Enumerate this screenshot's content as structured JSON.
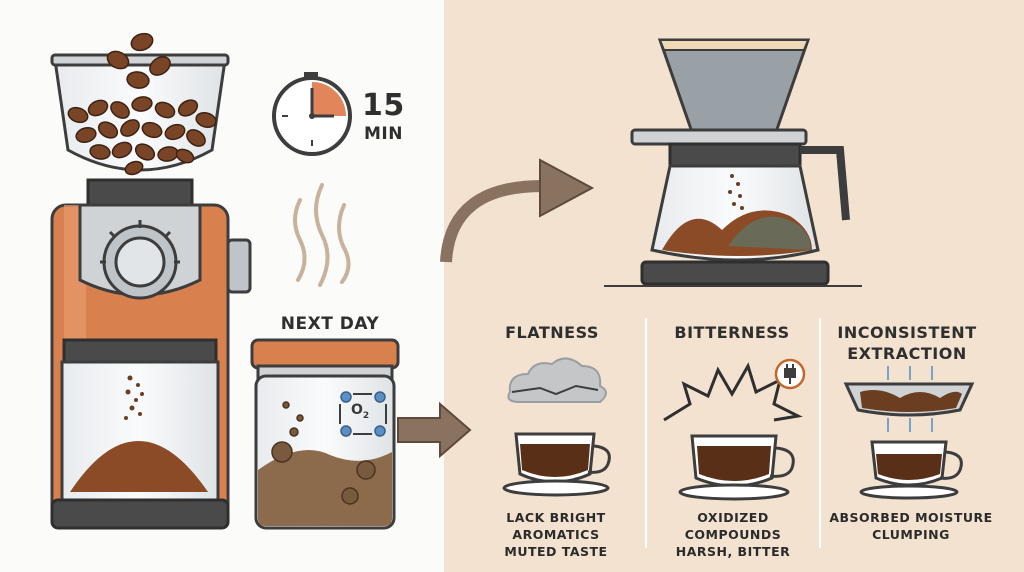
{
  "timer": {
    "number": "15",
    "unit": "MIN"
  },
  "jar": {
    "label": "NEXT DAY",
    "gas_label": "O",
    "gas_subscript": "2"
  },
  "effects": [
    {
      "heading_line1": "FLATNESS",
      "heading_line2": "",
      "caption_line1": "LACK BRIGHT AROMATICS",
      "caption_line2": "MUTED TASTE"
    },
    {
      "heading_line1": "BITTERNESS",
      "heading_line2": "",
      "caption_line1": "OXIDIZED COMPOUNDS",
      "caption_line2": "HARSH, BITTER"
    },
    {
      "heading_line1": "INCONSISTENT",
      "heading_line2": "EXTRACTION",
      "caption_line1": "ABSORBED MOISTURE",
      "caption_line2": "CLUMPING"
    }
  ],
  "icons": [
    "coffee-grinder-icon",
    "timer-icon",
    "steam-icon",
    "storage-jar-icon",
    "pour-over-brewer-icon",
    "cloud-icon",
    "coffee-cup-icon",
    "bitter-burst-icon",
    "plug-icon",
    "filter-basket-icon",
    "arrow-icon"
  ],
  "colors": {
    "left_bg": "#fbfbfa",
    "right_bg": "#f2e2cf",
    "grinder_orange": "#d9814e",
    "coffee_brown": "#6b3e22",
    "outline": "#3d3d3d"
  }
}
